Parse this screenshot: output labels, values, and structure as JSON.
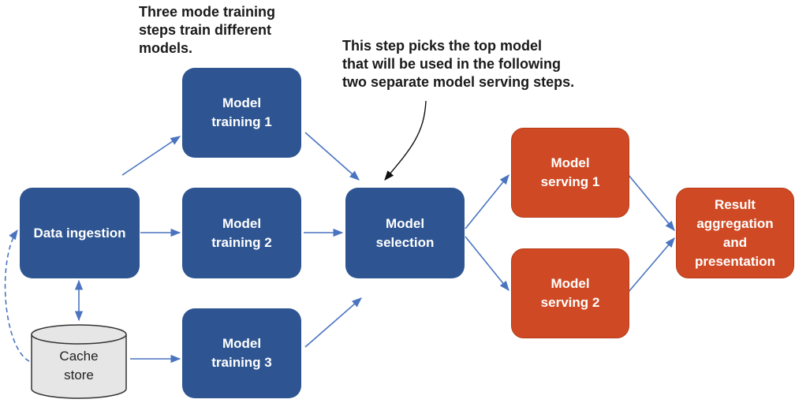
{
  "annotations": {
    "top_left": "Three mode training\nsteps train different\nmodels.",
    "top_right": "This step picks the top model\nthat will be used in the following\ntwo separate model serving steps."
  },
  "nodes": {
    "data_ingestion": "Data ingestion",
    "training_1": "Model\ntraining 1",
    "training_2": "Model\ntraining 2",
    "training_3": "Model\ntraining 3",
    "selection": "Model\nselection",
    "serving_1": "Model\nserving 1",
    "serving_2": "Model\nserving 2",
    "result": "Result\naggregation\nand\npresentation",
    "cache_store": "Cache\nstore"
  },
  "colors": {
    "node_blue": "#2e5591",
    "node_orange": "#cf4a24",
    "arrow": "#4a74c0",
    "cache_fill": "#e6e6e6"
  }
}
